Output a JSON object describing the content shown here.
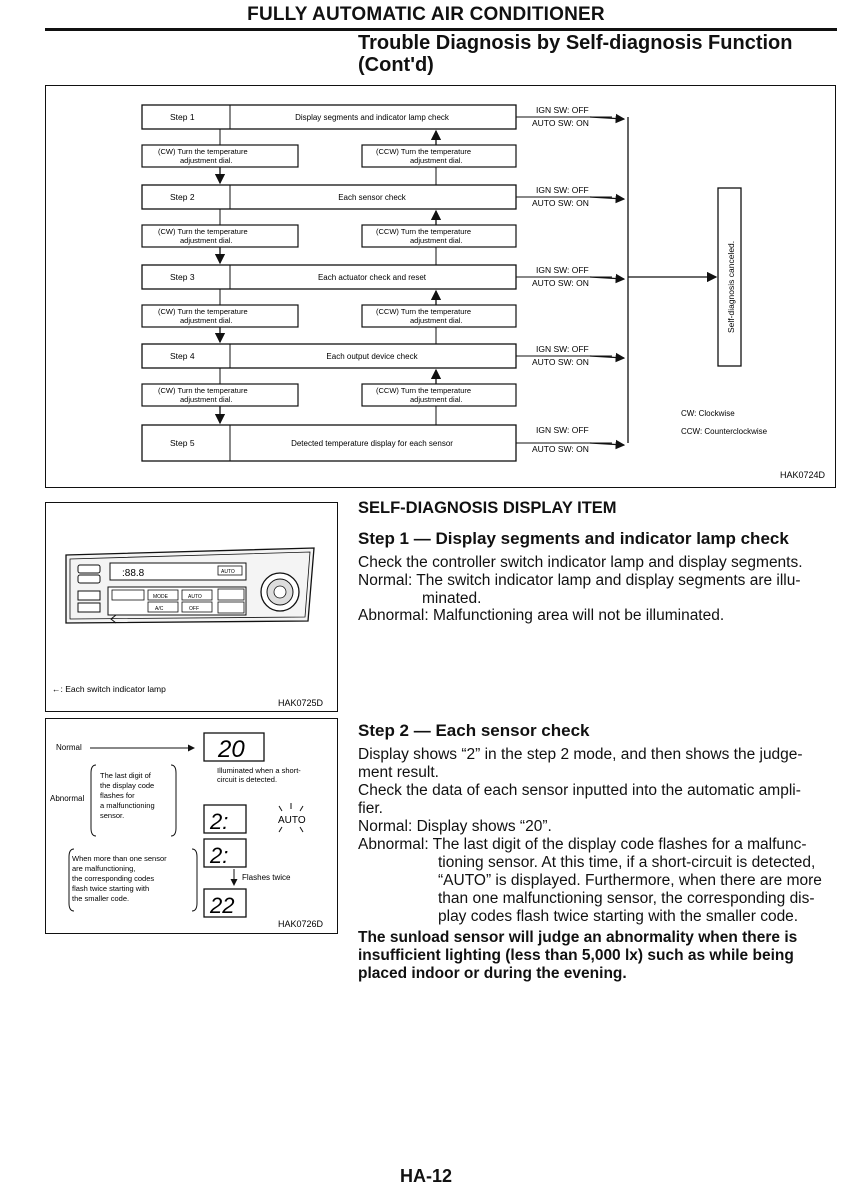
{
  "header": {
    "title": "FULLY AUTOMATIC AIR CONDITIONER",
    "section_line1": "Trouble Diagnosis by Self-diagnosis Function",
    "section_line2": "(Cont'd)"
  },
  "flow": {
    "steps": [
      {
        "label": "Step 1",
        "desc": "Display segments and indicator lamp check",
        "ign": "IGN SW: OFF",
        "auto": "AUTO SW: ON"
      },
      {
        "label": "Step 2",
        "desc": "Each sensor check",
        "ign": "IGN SW: OFF",
        "auto": "AUTO SW: ON"
      },
      {
        "label": "Step 3",
        "desc": "Each actuator check and reset",
        "ign": "IGN SW: OFF",
        "auto": "AUTO SW: ON"
      },
      {
        "label": "Step 4",
        "desc": "Each output device check",
        "ign": "IGN SW: OFF",
        "auto": "AUTO SW: ON"
      },
      {
        "label": "Step 5",
        "desc": "Detected temperature display for each sensor",
        "ign": "IGN SW: OFF",
        "auto": "AUTO SW: ON"
      }
    ],
    "cw_line1": "(CW) Turn the temperature",
    "cw_line2": "adjustment dial.",
    "ccw_line1": "(CCW) Turn the temperature",
    "ccw_line2": "adjustment dial.",
    "cancel_label": "Self-diagnosis canceled.",
    "legend_cw": "CW: Clockwise",
    "legend_ccw": "CCW: Counterclockwise",
    "code": "HAK0724D"
  },
  "fig1": {
    "note": "←: Each switch indicator lamp",
    "code": "HAK0725D",
    "lcd_text": ":88.8",
    "auto_small": "AUTO",
    "mode": "MODE",
    "auto_btn": "AUTO",
    "ac": "A/C",
    "off": "OFF"
  },
  "fig2": {
    "normal": "Normal",
    "abnormal": "Abnormal",
    "digit_note": [
      "The last digit of",
      "the display code",
      "flashes for",
      "a malfunctioning",
      "sensor."
    ],
    "short_note": [
      "Illuminated when a short-",
      "circuit is detected."
    ],
    "multi_note": [
      "When more than one sensor",
      "are malfunctioning,",
      "the corresponding codes",
      "flash twice starting with",
      "the smaller code."
    ],
    "flashes_twice": "Flashes twice",
    "auto_flash": "AUTO",
    "code": "HAK0726D"
  },
  "content": {
    "display_item_title": "SELF-DIAGNOSIS DISPLAY ITEM",
    "step1": {
      "title": "Step 1 — Display segments and indicator lamp check",
      "l1": "Check the controller switch indicator lamp and display segments.",
      "l2": "Normal: The switch indicator lamp and display segments are illu-",
      "l3": "minated.",
      "l4": "Abnormal: Malfunctioning area will not be illuminated."
    },
    "step2": {
      "title": "Step 2 — Each sensor check",
      "lines": [
        "Display shows “2” in the step 2 mode, and then shows the judge-",
        "ment result.",
        "Check the data of each sensor inputted into the automatic ampli-",
        "fier.",
        "Normal: Display shows “20”.",
        "Abnormal: The last digit of the display code flashes for a malfunc-"
      ],
      "indent_lines": [
        "tioning sensor. At this time, if a short-circuit is detected,",
        "“AUTO” is displayed. Furthermore, when there are more",
        "than one malfunctioning sensor, the corresponding dis-",
        "play codes flash twice starting with the smaller code."
      ],
      "bold_lines": [
        "The sunload sensor will judge an abnormality when there is",
        "insufficient lighting (less than 5,000 lx) such as while being",
        "placed indoor or during the evening."
      ]
    }
  },
  "page_number": "HA-12"
}
